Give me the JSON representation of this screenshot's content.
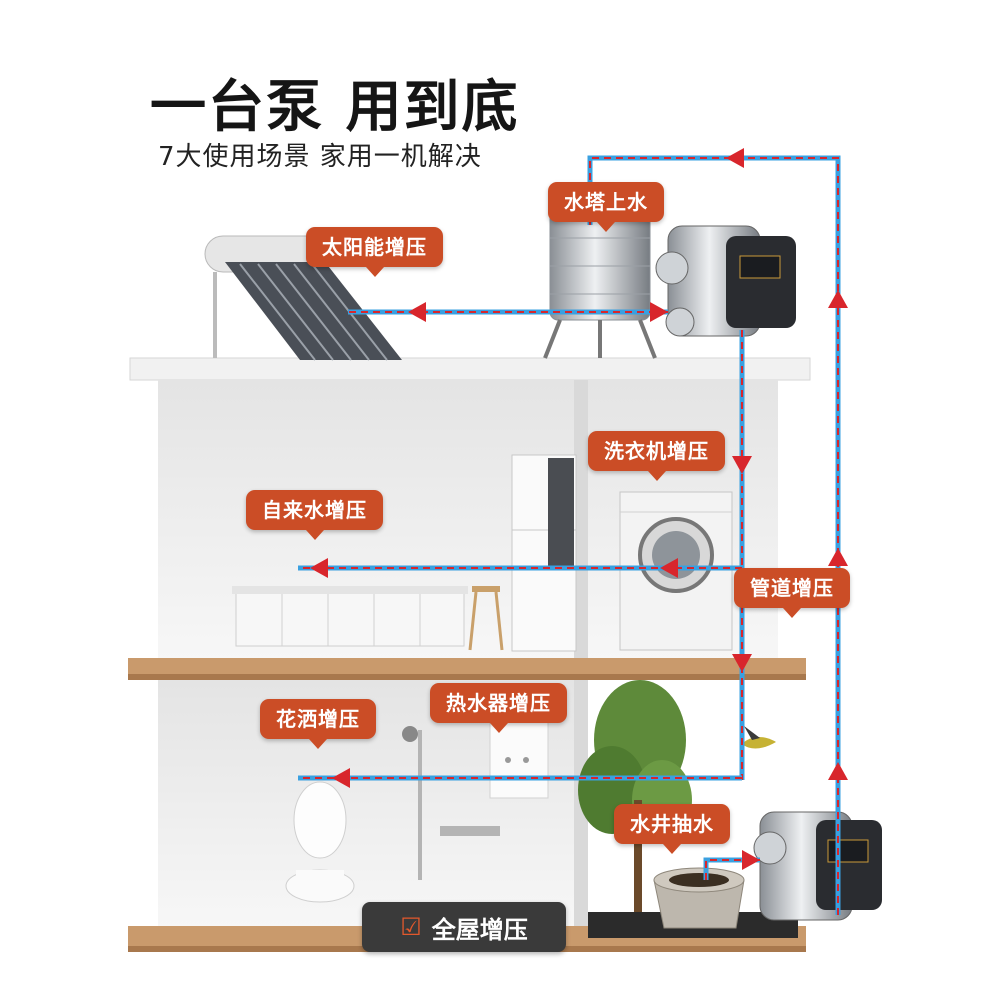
{
  "headline": "一台泵 用到底",
  "subline": "7大使用场景 家用一机解决",
  "tags": {
    "water_tower": "水塔上水",
    "solar": "太阳能增压",
    "washer": "洗衣机增压",
    "tap_water": "自来水增压",
    "pipeline": "管道增压",
    "shower": "花洒增压",
    "water_heater": "热水器增压",
    "well": "水井抽水"
  },
  "badge": {
    "icon": "checkbox-check-icon",
    "label": "全屋增压"
  },
  "colors": {
    "tag": "#cb4d26",
    "pipe_blue": "#3aa0e0",
    "pipe_red": "#d8262c",
    "floor_wood": "#c99a6c",
    "wall": "#f0f0f0",
    "badge": "#3a3a3a"
  }
}
